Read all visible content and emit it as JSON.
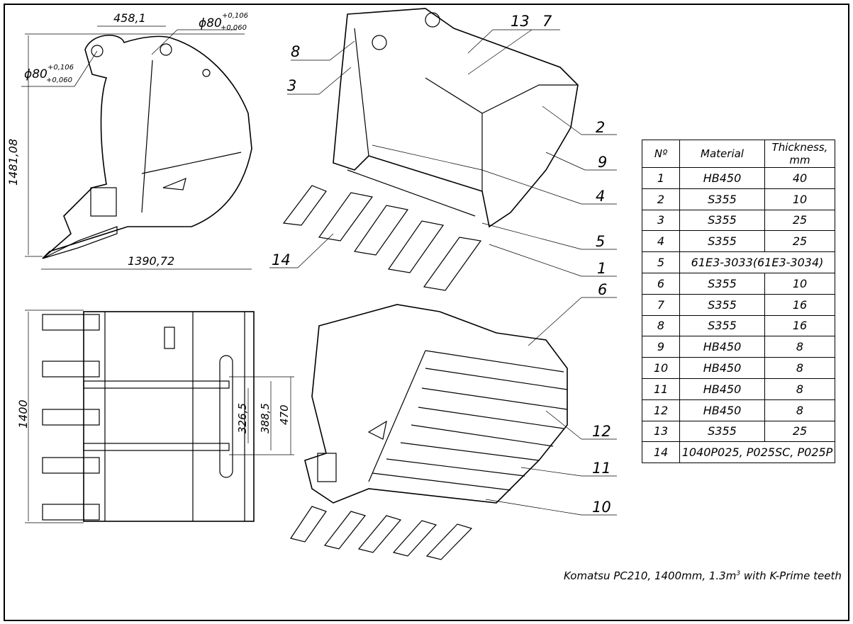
{
  "dimensions": {
    "pin_spacing": "458,1",
    "pin_diameter_right": "ϕ80",
    "pin_tol_upper": "+0,106",
    "pin_tol_lower": "+0,060",
    "pin_diameter_left": "ϕ80",
    "height": "1481,08",
    "length": "1390,72",
    "width": "1400",
    "dim_a": "326,5",
    "dim_b": "388,5",
    "dim_c": "470"
  },
  "callouts": [
    "1",
    "2",
    "3",
    "4",
    "5",
    "6",
    "7",
    "8",
    "9",
    "10",
    "11",
    "12",
    "13",
    "14"
  ],
  "table": {
    "headers": [
      "Nº",
      "Material",
      "Thickness, mm"
    ],
    "rows": [
      {
        "no": "1",
        "material": "HB450",
        "thickness": "40"
      },
      {
        "no": "2",
        "material": "S355",
        "thickness": "10"
      },
      {
        "no": "3",
        "material": "S355",
        "thickness": "25"
      },
      {
        "no": "4",
        "material": "S355",
        "thickness": "25"
      },
      {
        "no": "5",
        "material": "61E3-3033(61E3-3034)",
        "thickness": null
      },
      {
        "no": "6",
        "material": "S355",
        "thickness": "10"
      },
      {
        "no": "7",
        "material": "S355",
        "thickness": "16"
      },
      {
        "no": "8",
        "material": "S355",
        "thickness": "16"
      },
      {
        "no": "9",
        "material": "HB450",
        "thickness": "8"
      },
      {
        "no": "10",
        "material": "HB450",
        "thickness": "8"
      },
      {
        "no": "11",
        "material": "HB450",
        "thickness": "8"
      },
      {
        "no": "12",
        "material": "HB450",
        "thickness": "8"
      },
      {
        "no": "13",
        "material": "S355",
        "thickness": "25"
      },
      {
        "no": "14",
        "material": "1040P025, P025SC, P025P",
        "thickness": null
      }
    ]
  },
  "caption": {
    "text": "Komatsu PC210, 1400mm, 1.3m",
    "sup": "3",
    "suffix": " with K-Prime teeth"
  }
}
